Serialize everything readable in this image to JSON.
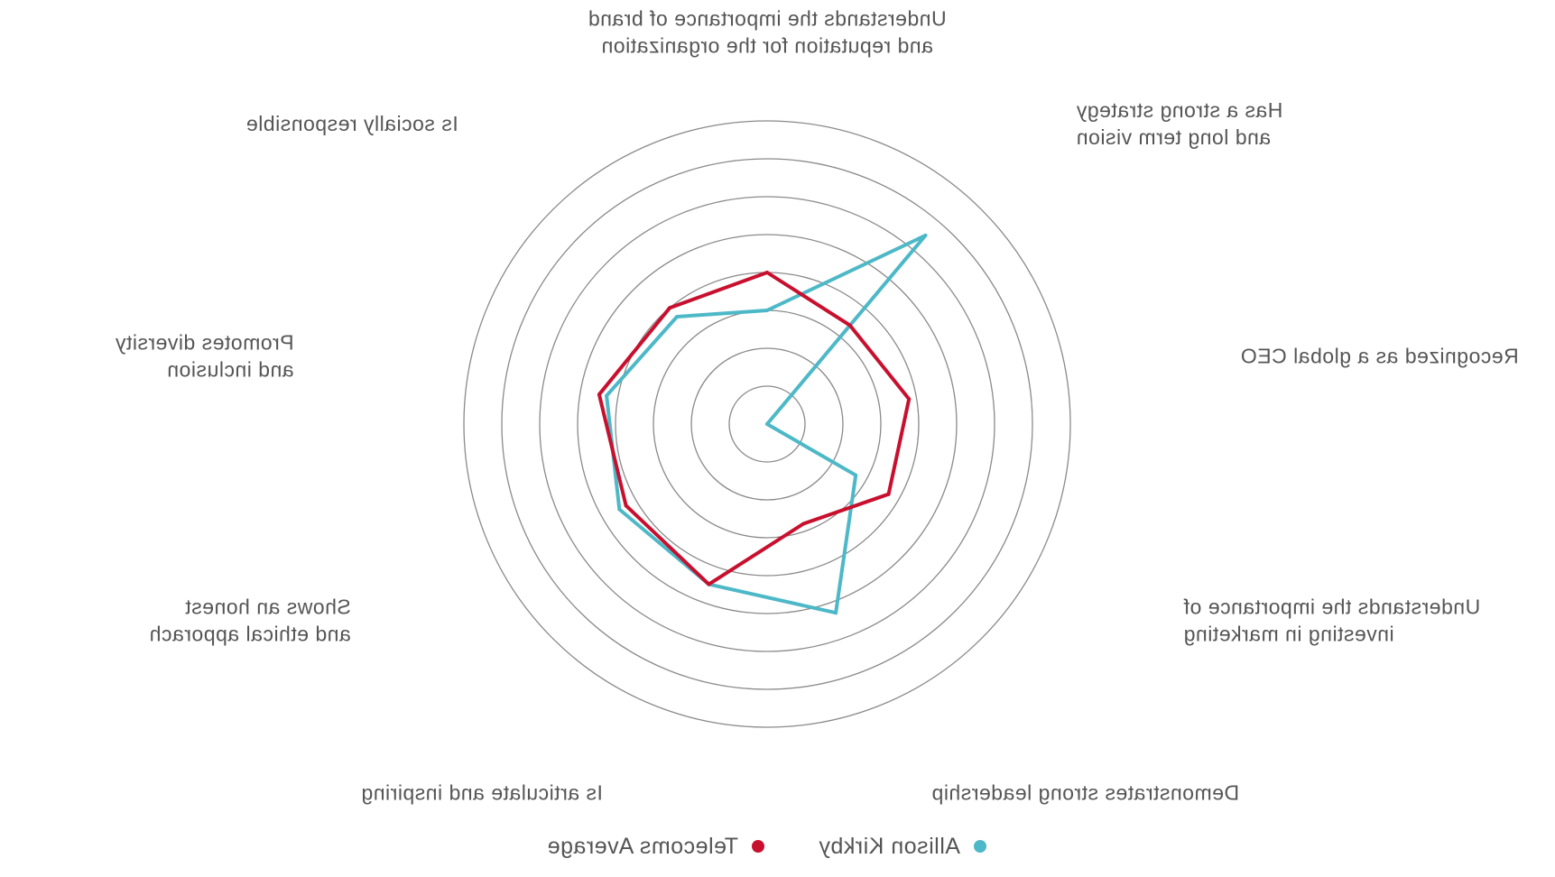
{
  "chart_data": {
    "type": "radar",
    "title": "",
    "mirrored": true,
    "axes": [
      "Understands the importance of brand and reputation for the organization",
      "Is socially responsible",
      "Promotes diversity and inclusion",
      "Shows an honest and ethical apporach",
      "Is articulate and inspiring",
      "Demonstrates strong leadership",
      "Understands the importance of investing in marketing",
      "Recognized as a global CEO",
      "Has a strong strategy and long term vision"
    ],
    "axis_label_lines": [
      [
        "Understands the importance of brand",
        "and reputation for the organization"
      ],
      [
        "Is socially responsible"
      ],
      [
        "Promotes diversity",
        "and inclusion"
      ],
      [
        "Shows an honest",
        "and ethical apporach"
      ],
      [
        "Is articulate and inspiring"
      ],
      [
        "Demonstrates strong leadership"
      ],
      [
        "Understands the importance of",
        "investing in marketing"
      ],
      [
        "Recognized as a global CEO"
      ],
      [
        "Has a strong strategy",
        "and long term vision"
      ]
    ],
    "rings": 8,
    "range": [
      0,
      8
    ],
    "grid": true,
    "legend_position": "bottom",
    "series": [
      {
        "name": "Allison Kirkby",
        "color": "#4db8c7",
        "values": [
          3.0,
          3.7,
          4.3,
          4.5,
          4.5,
          5.3,
          2.7,
          0.0,
          6.5
        ]
      },
      {
        "name": "Telecoms Average",
        "color": "#c8102e",
        "values": [
          4.0,
          4.0,
          4.5,
          4.3,
          4.5,
          2.8,
          3.7,
          3.8,
          3.4
        ]
      }
    ]
  }
}
